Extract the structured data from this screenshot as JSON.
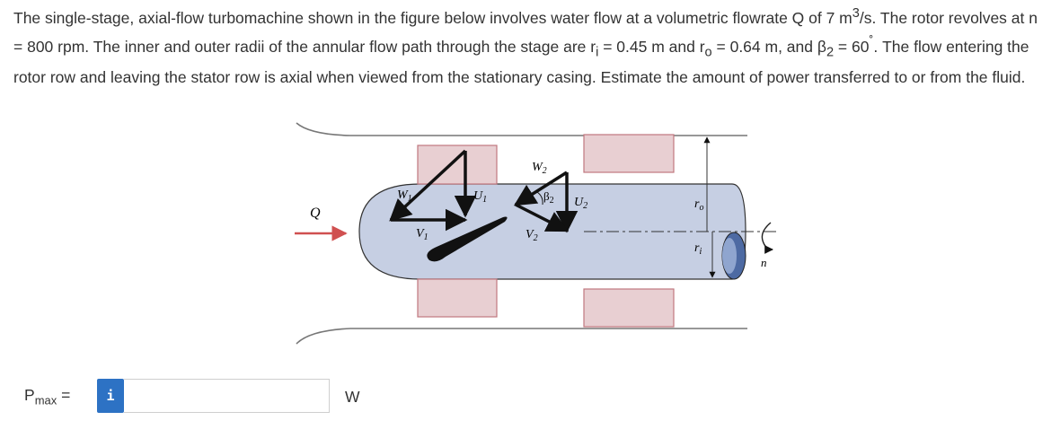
{
  "problem": {
    "seg1": "The single-stage, axial-flow turbomachine shown in the figure below involves water flow at a volumetric flowrate Q of 7 m",
    "seg1_sup": "3",
    "seg2": "/s. The rotor revolves at n = 800 rpm. The inner and outer radii of the annular flow path through the stage are r",
    "ri_sub": "i",
    "seg3": " = 0.45 m and r",
    "ro_sub": "o",
    "seg4": " = 0.64 m, and ",
    "beta": "β",
    "beta_sub": "2",
    "seg5": " = 60",
    "deg": "˚",
    "seg6": ". The flow entering the rotor row and leaving the stator row is axial when viewed from the stationary casing. Estimate the amount of power transferred to or from the fluid."
  },
  "figure": {
    "labels": {
      "Q": "Q",
      "W1": "W",
      "W1_sub": "1",
      "U1": "U",
      "U1_sub": "1",
      "V1": "V",
      "V1_sub": "1",
      "W2": "W",
      "W2_sub": "2",
      "beta2": "β",
      "beta2_sub": "2",
      "U2": "U",
      "U2_sub": "2",
      "V2": "V",
      "V2_sub": "2",
      "ro": "r",
      "ro_sub": "o",
      "ri": "r",
      "ri_sub": "i",
      "n": "n"
    },
    "colors": {
      "hub": "#c6cfe3",
      "blade_box": "#e8cfd2",
      "blade_border": "#c0777e",
      "flow_arrow": "#d05050",
      "vector": "#111111",
      "casing": "#777777"
    }
  },
  "answer": {
    "label": "P",
    "label_sub": "max",
    "eq": " =",
    "info": "i",
    "value": "",
    "unit": "W"
  }
}
